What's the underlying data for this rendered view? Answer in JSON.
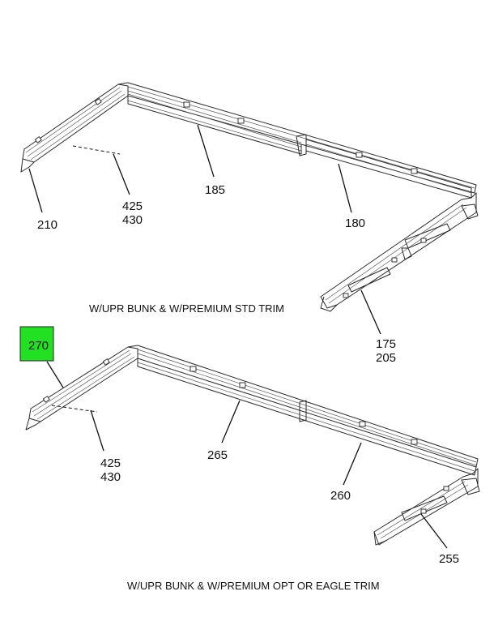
{
  "top_assembly": {
    "callouts": {
      "p210": "210",
      "p425": "425",
      "p430": "430",
      "p185": "185",
      "p180": "180",
      "p175": "175",
      "p205": "205"
    },
    "caption": "W/UPR BUNK & W/PREMIUM STD TRIM"
  },
  "bottom_assembly": {
    "highlight": {
      "label": "270",
      "color": "#22e022"
    },
    "callouts": {
      "p425": "425",
      "p430": "430",
      "p265": "265",
      "p260": "260",
      "p255": "255"
    },
    "caption": "W/UPR BUNK & W/PREMIUM OPT OR EAGLE TRIM"
  }
}
